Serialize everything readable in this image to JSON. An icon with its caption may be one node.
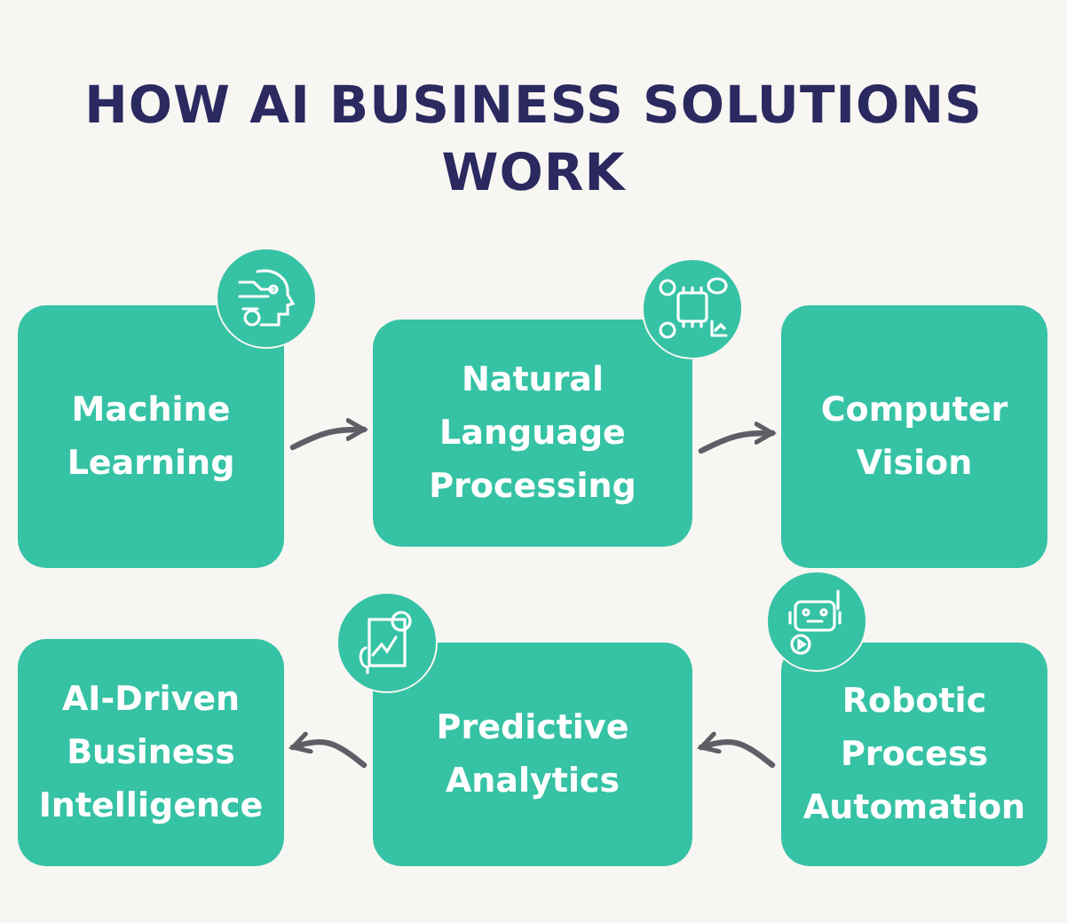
{
  "diagram": {
    "title": "HOW AI BUSINESS SOLUTIONS WORK",
    "nodes": [
      {
        "text": [
          "Machine Learning"
        ]
      },
      {
        "text": [
          "Natural Language Processing"
        ]
      },
      {
        "text": [
          "Computer Vision"
        ]
      },
      {
        "text": [
          "AI-Driven Business Intelligence"
        ]
      },
      {
        "text": [
          "Predictive Analytics"
        ]
      },
      {
        "text": [
          "Robotic Process Automation"
        ]
      }
    ],
    "edges": [
      {
        "from": 0,
        "to": 1,
        "arrow": "to"
      },
      {
        "from": 1,
        "to": 2,
        "arrow": "to"
      },
      {
        "from": 5,
        "to": 4,
        "arrow": "to"
      },
      {
        "from": 4,
        "to": 3,
        "arrow": "to"
      }
    ]
  }
}
